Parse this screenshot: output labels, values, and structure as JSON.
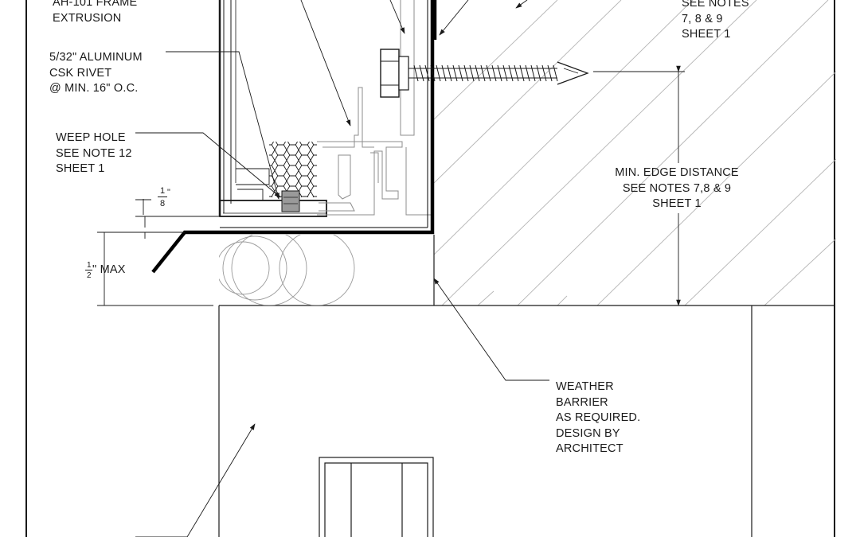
{
  "labels": {
    "frame": [
      "AH-101 FRAME",
      "EXTRUSION"
    ],
    "rivet": [
      "5/32\" ALUMINUM",
      "CSK RIVET",
      "@ MIN. 16\" O.C."
    ],
    "weep": [
      "WEEP HOLE",
      "SEE NOTE 12",
      "SHEET 1"
    ],
    "notes_top": [
      "SEE NOTES",
      "7, 8 & 9",
      "SHEET 1"
    ],
    "edge": [
      "MIN. EDGE DISTANCE",
      "SEE NOTES 7,8 & 9",
      "SHEET 1"
    ],
    "weather": [
      "WEATHER",
      "BARRIER",
      "AS REQUIRED.",
      "DESIGN BY",
      "ARCHITECT"
    ]
  },
  "dimensions": {
    "gap_small": {
      "num": "1",
      "den": "8",
      "unit": "\""
    },
    "gap_max": {
      "num": "1",
      "den": "2",
      "unit": "\" MAX"
    }
  },
  "colors": {
    "line": "#1a1a1a",
    "hatch": "#9a9a9a",
    "light": "#b5b5b5"
  }
}
